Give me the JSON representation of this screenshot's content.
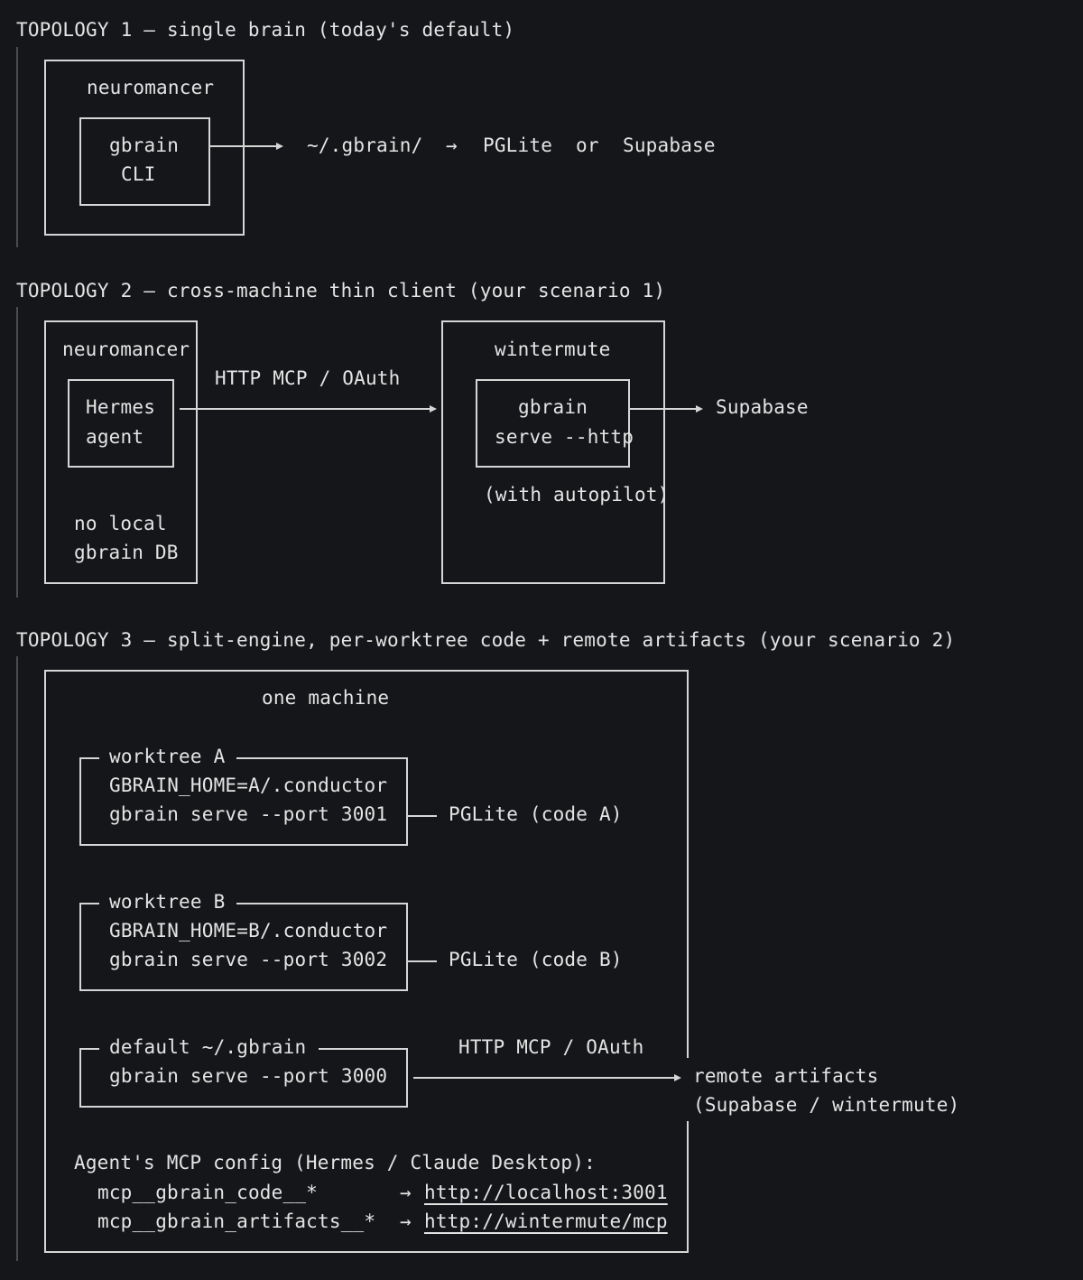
{
  "topology1": {
    "heading": "TOPOLOGY 1 — single brain (today's default)",
    "host": "neuromancer",
    "inner_line1": "gbrain",
    "inner_line2": "CLI",
    "target": "~/.gbrain/",
    "arrow": "→",
    "db1": "PGLite",
    "or": "or",
    "db2": "Supabase"
  },
  "topology2": {
    "heading": "TOPOLOGY 2 — cross-machine thin client (your scenario 1)",
    "client_host": "neuromancer",
    "client_line1": "Hermes",
    "client_line2": "agent",
    "note_line1": "no local",
    "note_line2": "gbrain DB",
    "link_label": "HTTP MCP / OAuth",
    "server_host": "wintermute",
    "server_line1": "gbrain",
    "server_line2": "serve --http",
    "server_note": "(with autopilot)",
    "db": "Supabase"
  },
  "topology3": {
    "heading": "TOPOLOGY 3 — split-engine, per-worktree code + remote artifacts (your scenario 2)",
    "machine": "one machine",
    "worktree_a": {
      "title": "worktree A",
      "env": "GBRAIN_HOME=A/.conductor",
      "cmd": "gbrain serve --port 3001",
      "db": "PGLite (code A)"
    },
    "worktree_b": {
      "title": "worktree B",
      "env": "GBRAIN_HOME=B/.conductor",
      "cmd": "gbrain serve --port 3002",
      "db": "PGLite (code B)"
    },
    "default": {
      "title": "default ~/.gbrain",
      "cmd": "gbrain serve --port 3000",
      "link_label": "HTTP MCP / OAuth",
      "remote_line1": "remote artifacts",
      "remote_line2": "(Supabase / wintermute)"
    },
    "config": {
      "heading": "Agent's MCP config (Hermes / Claude Desktop):",
      "rows": [
        {
          "name": "mcp__gbrain_code__*",
          "arrow": "→",
          "url": "http://localhost:3001"
        },
        {
          "name": "mcp__gbrain_artifacts__*",
          "arrow": "→",
          "url": "http://wintermute/mcp"
        }
      ]
    }
  }
}
